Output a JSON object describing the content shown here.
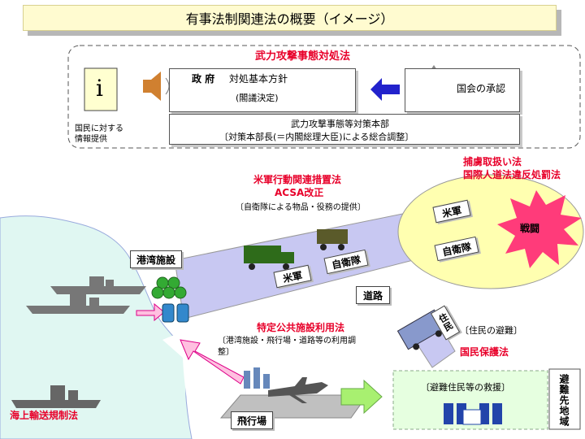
{
  "title": "有事法制関連法の概要（イメージ）",
  "top": {
    "heading": "武力攻撃事態対処法",
    "citizen_info": "国民に対する情報提供",
    "gov_label": "政 府",
    "basic_policy": "対処基本方針",
    "cabinet_decision": "(閣議決定)",
    "diet_approval": "国会の承認",
    "hq_line1": "武力攻撃事態等対策本部",
    "hq_line2": "〔対策本部長(＝内閣総理大臣)による総合調整〕"
  },
  "laws": {
    "us_forces_line1": "米軍行動関連措置法",
    "us_forces_line2": "ACSA改正",
    "us_forces_note": "〔自衛隊による物品・役務の提供〕",
    "pow_line1": "捕虜取扱い法",
    "pow_line2": "国際人道法違反処罰法",
    "facilities": "特定公共施設利用法",
    "facilities_note_line1": "〔港湾施設・飛行場・道路等の利用調",
    "facilities_note_line2": "整〕",
    "civil_protection": "国民保護法",
    "maritime": "海上輸送規制法"
  },
  "places": {
    "port": "港湾施設",
    "road": "道路",
    "airfield": "飛行場",
    "combat": "戦闘",
    "evac_area": "避難先地域"
  },
  "units": {
    "us_forces": "米軍",
    "sdf": "自衛隊",
    "residents": "住民"
  },
  "notes": {
    "evacuation": "〔住民の避難〕",
    "relief": "〔避難住民等の救援〕"
  },
  "colors": {
    "law_red": "#e8002a",
    "title_bg": "#fffbd0",
    "land": "#e0f7f2",
    "road": "#c8c8f2",
    "combat_zone": "#ffffb0",
    "explosion": "#ff3b7a",
    "green_arrow": "#a8f070",
    "pink_arrow": "#ffc0e0",
    "evac_box": "#e6ffe0"
  }
}
